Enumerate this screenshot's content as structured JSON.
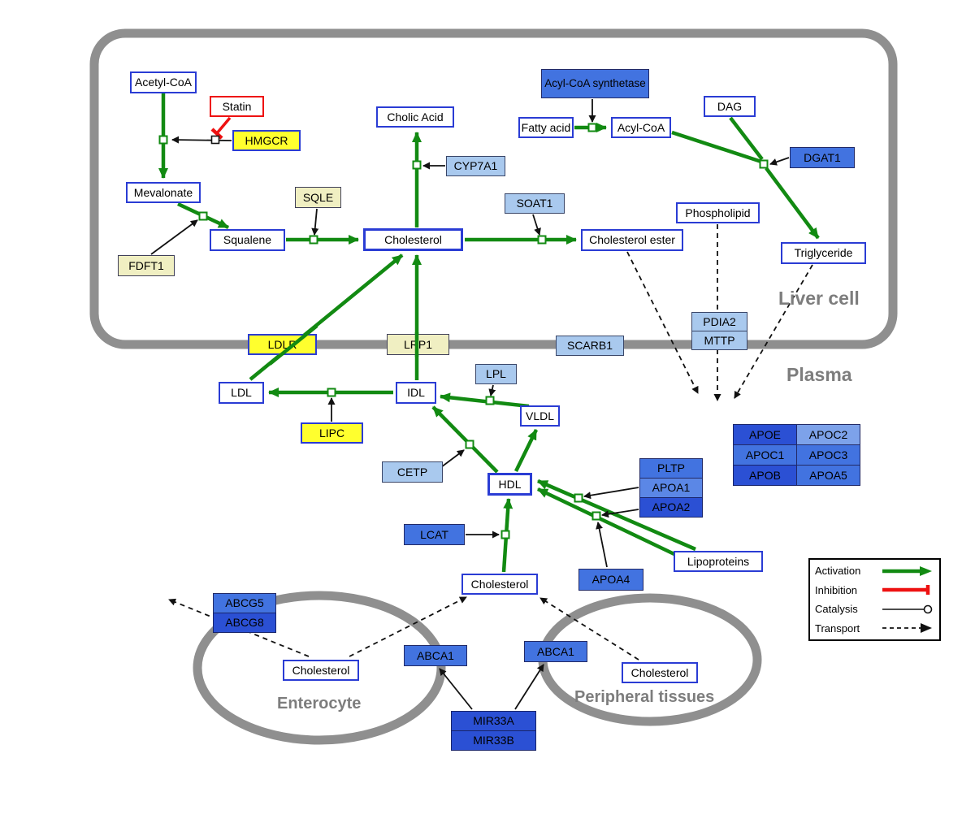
{
  "nodes": {
    "acetyl_coa": {
      "label": "Acetyl-CoA"
    },
    "statin": {
      "label": "Statin"
    },
    "hmgcr": {
      "label": "HMGCR"
    },
    "mevalonate": {
      "label": "Mevalonate"
    },
    "sqle": {
      "label": "SQLE"
    },
    "fdft1": {
      "label": "FDFT1"
    },
    "squalene": {
      "label": "Squalene"
    },
    "cholic_acid": {
      "label": "Cholic Acid"
    },
    "cyp7a1": {
      "label": "CYP7A1"
    },
    "cholesterol_liver": {
      "label": "Cholesterol"
    },
    "soat1": {
      "label": "SOAT1"
    },
    "cholesterol_ester": {
      "label": "Cholesterol ester"
    },
    "acyl_coa_synthetase": {
      "label": "Acyl-CoA synthetase"
    },
    "fatty_acid": {
      "label": "Fatty acid"
    },
    "acyl_coa": {
      "label": "Acyl-CoA"
    },
    "dag": {
      "label": "DAG"
    },
    "dgat1": {
      "label": "DGAT1"
    },
    "phospholipid": {
      "label": "Phospholipid"
    },
    "triglyceride": {
      "label": "Triglyceride"
    },
    "pdia2": {
      "label": "PDIA2"
    },
    "mttp": {
      "label": "MTTP"
    },
    "ldlr": {
      "label": "LDLR"
    },
    "lrp1": {
      "label": "LRP1"
    },
    "scarb1": {
      "label": "SCARB1"
    },
    "ldl": {
      "label": "LDL"
    },
    "idl": {
      "label": "IDL"
    },
    "lpl": {
      "label": "LPL"
    },
    "vldl": {
      "label": "VLDL"
    },
    "lipc": {
      "label": "LIPC"
    },
    "cetp": {
      "label": "CETP"
    },
    "hdl": {
      "label": "HDL"
    },
    "pltp": {
      "label": "PLTP"
    },
    "apoa1": {
      "label": "APOA1"
    },
    "apoa2": {
      "label": "APOA2"
    },
    "lcat": {
      "label": "LCAT"
    },
    "apoa4": {
      "label": "APOA4"
    },
    "lipoproteins": {
      "label": "Lipoproteins"
    },
    "apoe": {
      "label": "APOE"
    },
    "apoc2": {
      "label": "APOC2"
    },
    "apoc1": {
      "label": "APOC1"
    },
    "apoc3": {
      "label": "APOC3"
    },
    "apob": {
      "label": "APOB"
    },
    "apoa5": {
      "label": "APOA5"
    },
    "cholesterol_plasma": {
      "label": "Cholesterol"
    },
    "abcg5": {
      "label": "ABCG5"
    },
    "abcg8": {
      "label": "ABCG8"
    },
    "cholesterol_enterocyte": {
      "label": "Cholesterol"
    },
    "abca1_enterocyte": {
      "label": "ABCA1"
    },
    "abca1_peripheral": {
      "label": "ABCA1"
    },
    "cholesterol_peripheral": {
      "label": "Cholesterol"
    },
    "mir33a": {
      "label": "MIR33A"
    },
    "mir33b": {
      "label": "MIR33B"
    }
  },
  "compartments": {
    "liver": "Liver cell",
    "plasma": "Plasma",
    "enterocyte": "Enterocyte",
    "peripheral": "Peripheral tissues"
  },
  "legend": {
    "activation": "Activation",
    "inhibition": "Inhibition",
    "catalysis": "Catalysis",
    "transport": "Transport"
  },
  "colors": {
    "activation_green": "#128a12",
    "inhibition_red": "#ee1111",
    "membrane_gray": "#8f8f8f",
    "node_border_blue": "#2a3cd4",
    "enzyme_yellow": "#ffff2e",
    "enzyme_pale_yellow": "#f0efc2",
    "gene_light_blue": "#a9c9ee",
    "gene_medium_blue": "#4273e0",
    "gene_dark_blue": "#2b50d4",
    "gene_soft_blue": "#7da2ea"
  }
}
